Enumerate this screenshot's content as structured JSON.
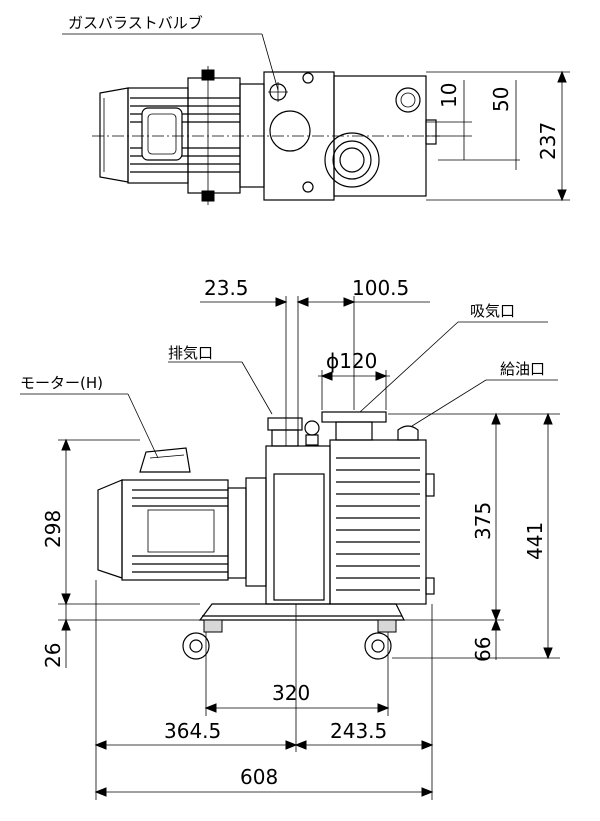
{
  "labels": {
    "gas_ballast_valve": "ガスバラストバルブ",
    "exhaust_port": "排気口",
    "intake_port": "吸気口",
    "oil_fill_port": "給油口",
    "motor": "モーター(H)"
  },
  "dimensions": {
    "d_10": "10",
    "d_50": "50",
    "d_237": "237",
    "d_23_5": "23.5",
    "d_100_5": "100.5",
    "d_phi120": "ϕ120",
    "d_298": "298",
    "d_26": "26",
    "d_375": "375",
    "d_441": "441",
    "d_66": "66",
    "d_320": "320",
    "d_364_5": "364.5",
    "d_243_5": "243.5",
    "d_608": "608"
  }
}
